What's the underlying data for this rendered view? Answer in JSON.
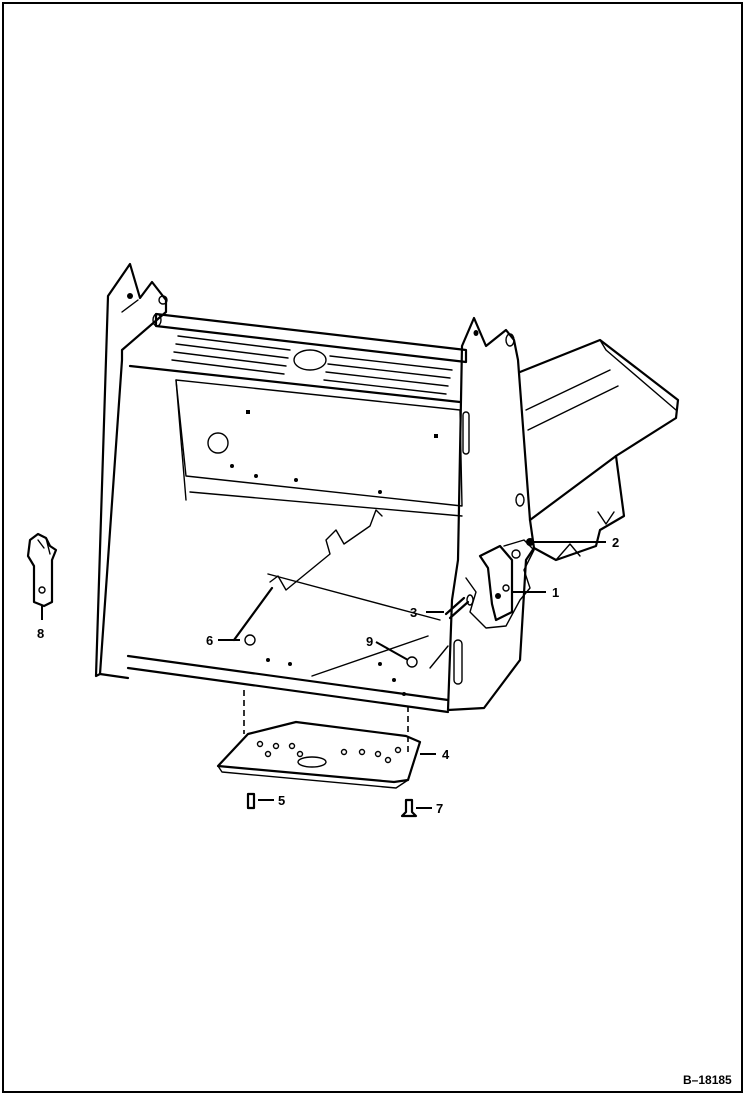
{
  "figure": {
    "reference": "B–18185"
  },
  "callouts": [
    {
      "id": "1",
      "label": "1"
    },
    {
      "id": "2",
      "label": "2"
    },
    {
      "id": "3",
      "label": "3"
    },
    {
      "id": "4",
      "label": "4"
    },
    {
      "id": "5",
      "label": "5"
    },
    {
      "id": "6",
      "label": "6"
    },
    {
      "id": "7",
      "label": "7"
    },
    {
      "id": "8",
      "label": "8"
    },
    {
      "id": "9",
      "label": "9"
    }
  ],
  "colors": {
    "ink": "#000000",
    "paper": "#ffffff"
  }
}
